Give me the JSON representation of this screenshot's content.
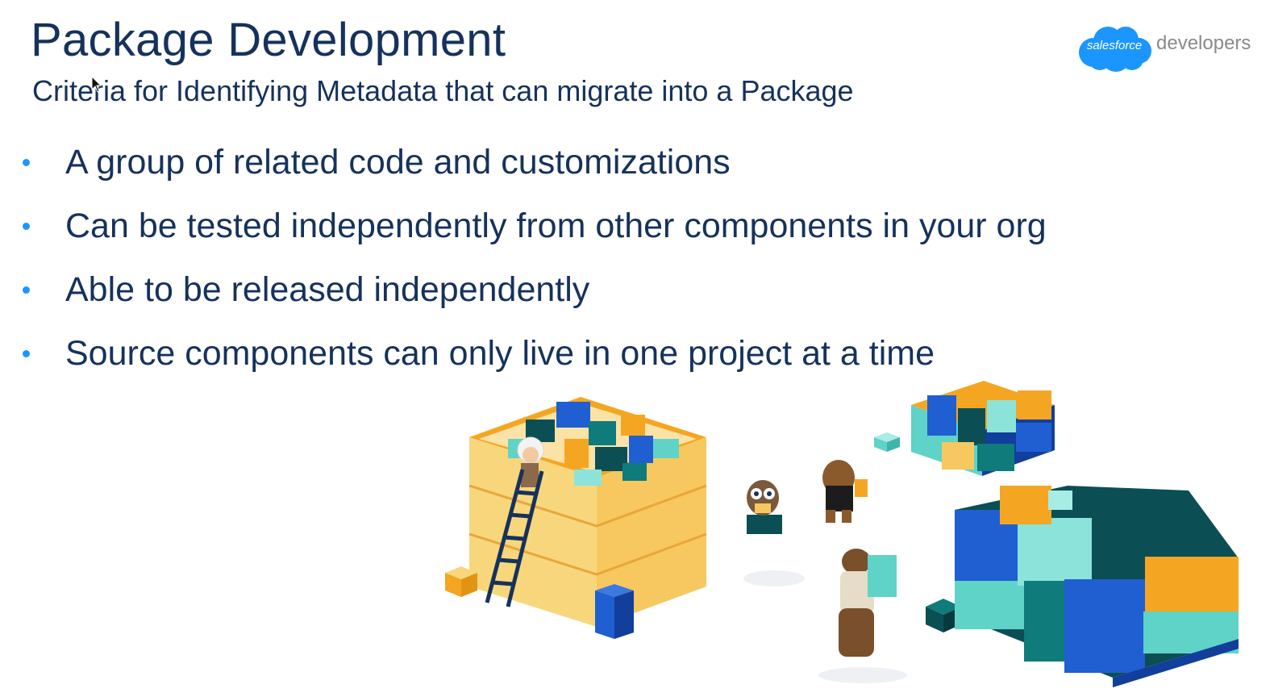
{
  "slide": {
    "title": "Package Development",
    "subtitle": "Criteria for Identifying Metadata that can migrate into a Package",
    "bullets": [
      "A group of related code and customizations",
      "Can be tested independently from other components in your org",
      "Able to be released independently",
      "Source components can only live in one project at a time"
    ]
  },
  "logo": {
    "brand": "salesforce",
    "word": "developers"
  },
  "colors": {
    "text": "#16325c",
    "bullet": "#1b96ff",
    "logo_blue": "#1b96ff",
    "box_yellow": "#f6c85f",
    "box_orange": "#f4a622",
    "box_teal": "#5fd3c7",
    "box_dark_teal": "#0b4f55",
    "box_blue": "#1f5fd1"
  },
  "illustration": {
    "icons": [
      "big-crate",
      "ladder",
      "einstein-character",
      "owl-character",
      "bear-character",
      "moose-character",
      "block-stacks"
    ]
  }
}
